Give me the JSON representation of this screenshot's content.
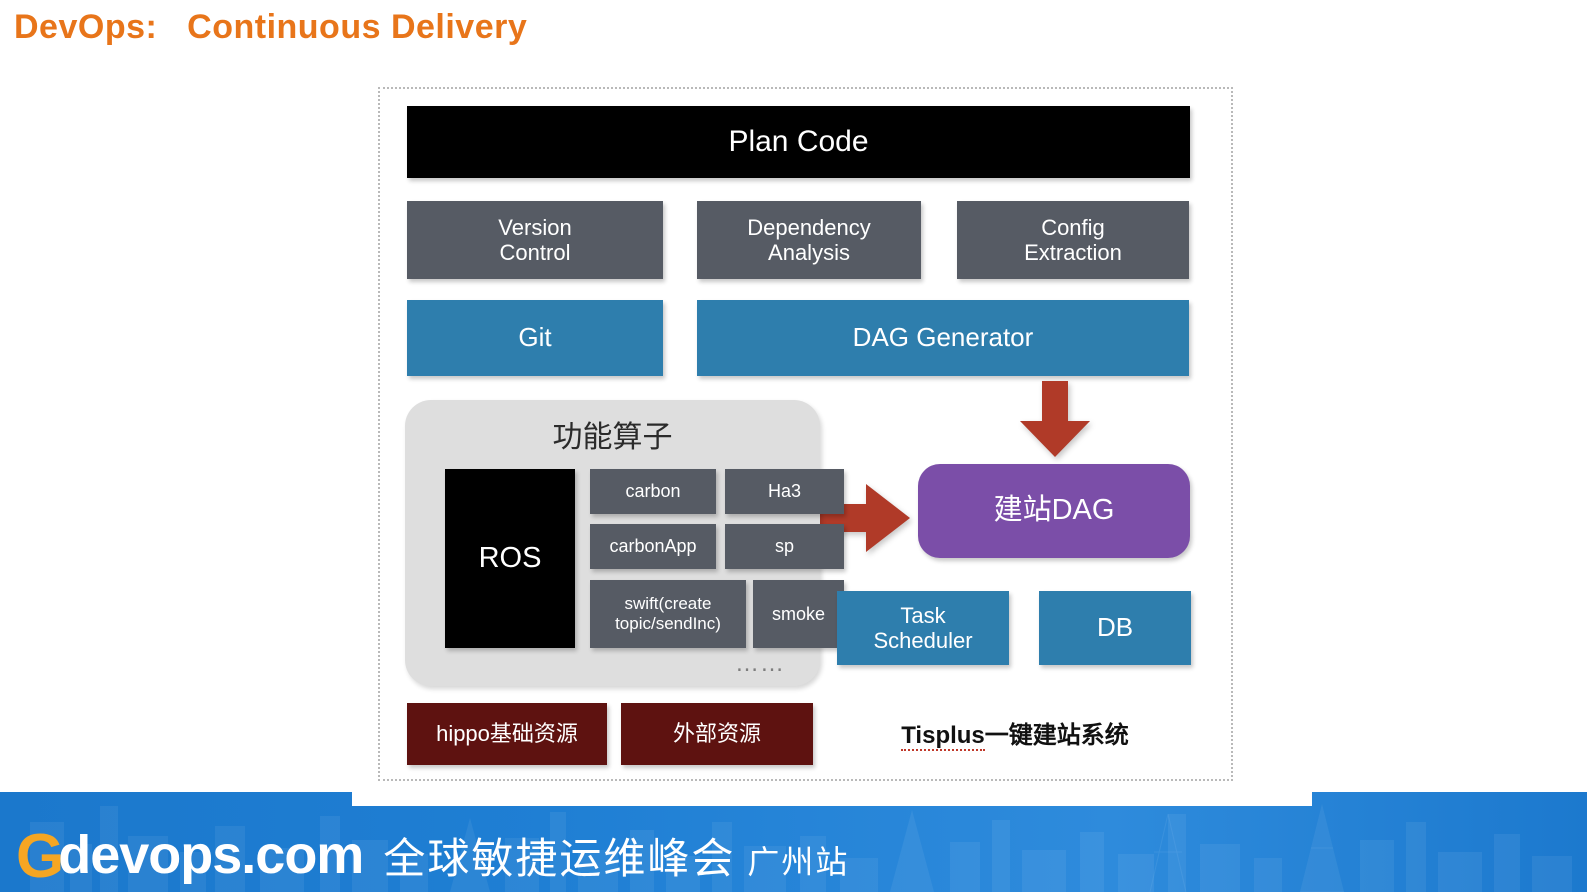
{
  "slide": {
    "title": "DevOps:   Continuous Delivery"
  },
  "diagram": {
    "plan_code": "Plan Code",
    "row_analysis": [
      {
        "label": "Version\nControl"
      },
      {
        "label": "Dependency\nAnalysis"
      },
      {
        "label": "Config\nExtraction"
      }
    ],
    "row_tools": [
      {
        "label": "Git"
      },
      {
        "label": "DAG Generator"
      }
    ],
    "operators": {
      "title": "功能算子",
      "primary": "ROS",
      "items": [
        {
          "label": "carbon"
        },
        {
          "label": "Ha3"
        },
        {
          "label": "carbonApp"
        },
        {
          "label": "sp"
        },
        {
          "label": "swift(create\ntopic/sendInc)"
        },
        {
          "label": "smoke"
        }
      ],
      "ellipsis": "……"
    },
    "right_column": {
      "build_dag": "建站DAG",
      "task_scheduler": "Task\nScheduler",
      "db": "DB"
    },
    "bottom_resources": [
      {
        "label": "hippo基础资源"
      },
      {
        "label": "外部资源"
      }
    ],
    "system_label": {
      "brand": "Tisplus",
      "suffix": "一键建站系统"
    },
    "arrows": [
      {
        "name": "arrow-down",
        "direction": "down",
        "color": "#B03A28"
      },
      {
        "name": "arrow-right",
        "direction": "right",
        "color": "#B03A28"
      }
    ]
  },
  "banner": {
    "logo_g": "G",
    "logo_text": "devops.com",
    "tagline": "全球敏捷运维峰会",
    "city": "广州站"
  },
  "colors": {
    "title_orange": "#E8751A",
    "black": "#000000",
    "gray": "#565B64",
    "blue": "#2E7EAD",
    "purple": "#7B4EA8",
    "dark_red": "#5E1210",
    "arrow_red": "#B03A28",
    "panel_gray": "#DEDEDE",
    "banner_blue": "#1F7FD4"
  }
}
